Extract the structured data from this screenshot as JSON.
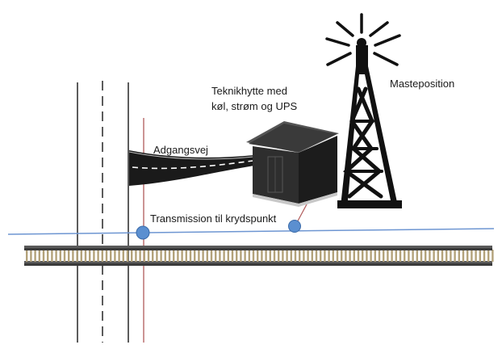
{
  "labels": {
    "hut_line1": "Teknikhytte med",
    "hut_line2": "køl, strøm og UPS",
    "mast": "Masteposition",
    "road": "Adgangsvej",
    "transmission": "Transmission til krydspunkt"
  },
  "colors": {
    "transmission_line": "#6e96d2",
    "node_fill": "#5b8fd0",
    "node_stroke": "#3a6aa8",
    "red_line": "#b05a5a",
    "rail": "#3a3a3a",
    "sleeper": "#b3a27a",
    "road": "#1a1a1a",
    "road_marking": "#ffffff",
    "road_edge": "#bdbdbd",
    "hut": "#2e2e2e",
    "mast": "#111111"
  },
  "icons": {
    "hut": "equipment-hut-icon",
    "mast": "radio-mast-icon",
    "road": "access-road-icon",
    "railway": "railway-track-icon"
  }
}
